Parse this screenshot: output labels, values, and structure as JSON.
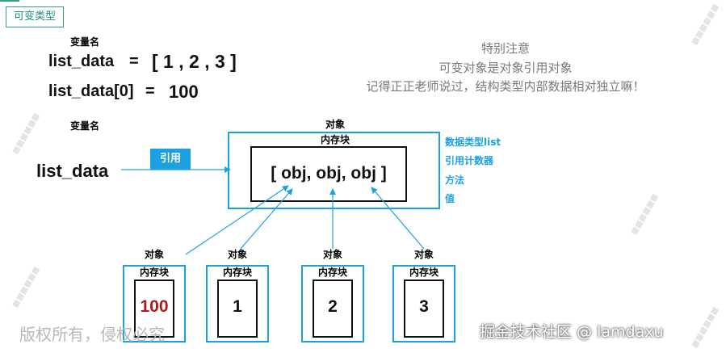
{
  "tag": {
    "label": "可变类型"
  },
  "top": {
    "varname_label": "变量名",
    "assign1": {
      "name": "list_data",
      "eq": "=",
      "value": "[ 1 , 2 , 3 ]"
    },
    "assign2": {
      "name": "list_data[0]",
      "eq": "=",
      "value": "100"
    }
  },
  "note": {
    "line1": "特别注意",
    "line2": "可变对象是对象引用对象",
    "line3": "记得正正老师说过，结构类型内部数据相对独立嘛！"
  },
  "diagram": {
    "varname_label": "变量名",
    "variable": "list_data",
    "ref_label": "引用",
    "object_label": "对象",
    "memblock_label": "内存块",
    "list_content": "[ obj, obj, obj ]",
    "side_labels": [
      "数据类型list",
      "引用计数器",
      "方法",
      "值"
    ],
    "elements": [
      {
        "object_label": "对象",
        "memblock_label": "内存块",
        "value": "100",
        "color": "#b01a1a"
      },
      {
        "object_label": "对象",
        "memblock_label": "内存块",
        "value": "1",
        "color": "#111111"
      },
      {
        "object_label": "对象",
        "memblock_label": "内存块",
        "value": "2",
        "color": "#111111"
      },
      {
        "object_label": "对象",
        "memblock_label": "内存块",
        "value": "3",
        "color": "#111111"
      }
    ]
  },
  "colors": {
    "accent": "#1ba1e2",
    "teal": "#1b8f7e",
    "value_red": "#b01a1a"
  },
  "watermarks": {
    "bottom_left": "版权所有，侵权必究",
    "bottom_right": "掘金技术社区 @ lamdaxu"
  }
}
